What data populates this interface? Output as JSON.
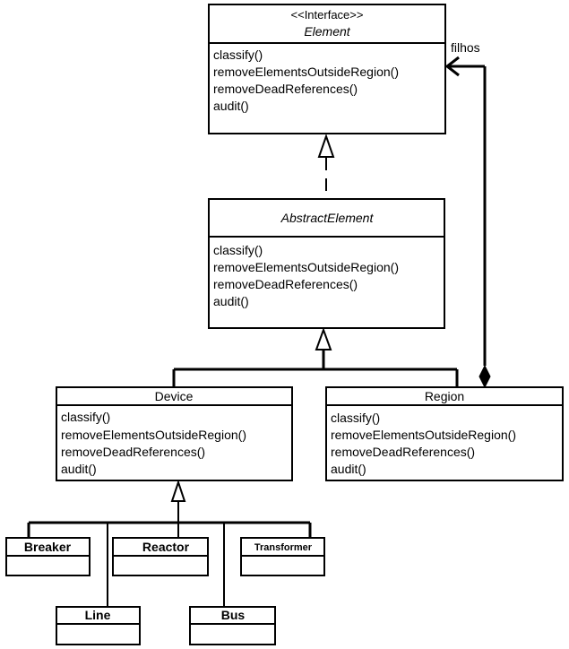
{
  "diagram": {
    "element": {
      "stereotype": "<<Interface>>",
      "name": "Element",
      "methods": [
        "classify()",
        "removeElementsOutsideRegion()",
        "removeDeadReferences()",
        "audit()"
      ]
    },
    "abstract_element": {
      "name": "AbstractElement",
      "methods": [
        "classify()",
        "removeElementsOutsideRegion()",
        "removeDeadReferences()",
        "audit()"
      ]
    },
    "device": {
      "name": "Device",
      "methods": [
        "classify()",
        "removeElementsOutsideRegion()",
        "removeDeadReferences()",
        "audit()"
      ]
    },
    "region": {
      "name": "Region",
      "methods": [
        "classify()",
        "removeElementsOutsideRegion()",
        "removeDeadReferences()",
        "audit()"
      ]
    },
    "subclasses": {
      "breaker": "Breaker",
      "reactor": "Reactor",
      "transformer": "Transformer",
      "line": "Line",
      "bus": "Bus"
    },
    "association_label": "filhos"
  }
}
